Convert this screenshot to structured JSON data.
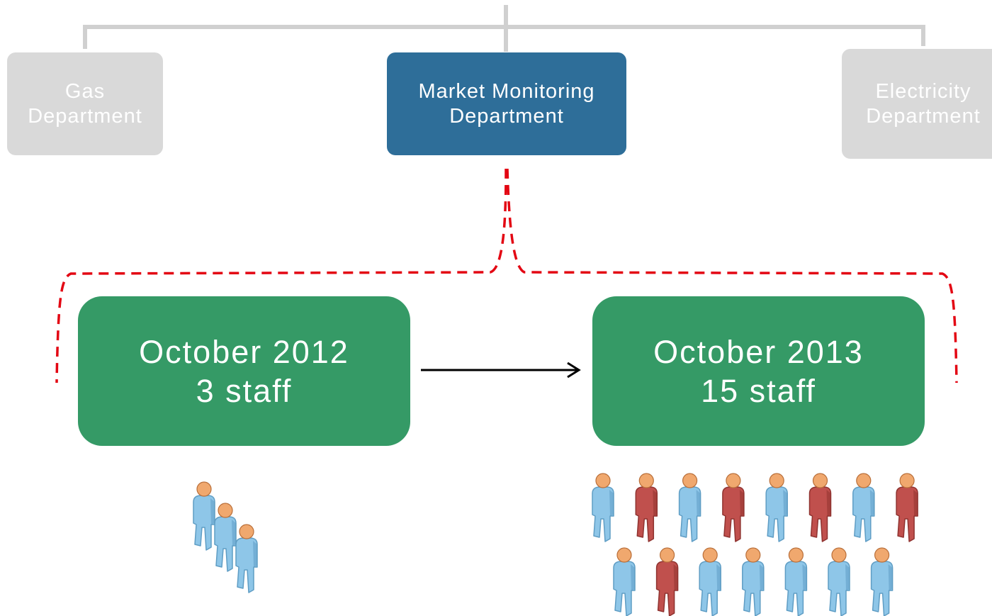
{
  "departments": {
    "gas": "Gas\nDepartment",
    "market_monitoring": "Market Monitoring\nDepartment",
    "electricity": "Electricity\nDepartment"
  },
  "periods": {
    "before": {
      "text": "October 2012\n3 staff",
      "staff_count": 3
    },
    "after": {
      "text": "October 2013\n15 staff",
      "staff_count": 15
    }
  },
  "staff_icons": {
    "before": [
      "blue",
      "blue",
      "blue"
    ],
    "after_row1": [
      "blue",
      "red",
      "blue",
      "red",
      "blue",
      "red",
      "blue",
      "red"
    ],
    "after_row2": [
      "blue",
      "red",
      "blue",
      "blue",
      "blue",
      "blue",
      "blue"
    ]
  },
  "colors": {
    "dept_gray": "#d9d9d9",
    "dept_blue": "#2e6e99",
    "period_green": "#359a66",
    "connector_gray": "#d0d0d0",
    "bracket_red": "#e30613",
    "person_blue": "#8ec6e8",
    "person_red": "#c0504d",
    "person_head": "#f0a86e"
  }
}
